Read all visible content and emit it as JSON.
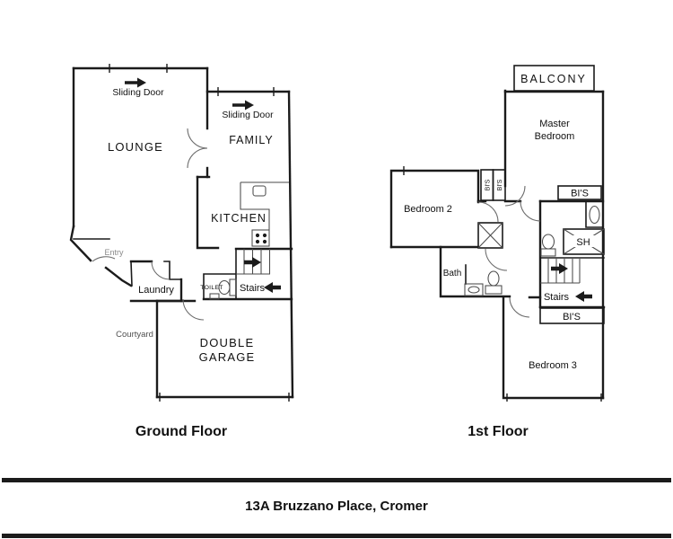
{
  "colors": {
    "wall": "#1b1b1b",
    "line": "#4a4a4a",
    "text": "#111111",
    "muted": "#8a8a8a",
    "faint": "#4f4f4f",
    "bg": "#ffffff"
  },
  "footer": {
    "address": "13A Bruzzano Place, Cromer"
  },
  "ground_floor": {
    "title": "Ground Floor",
    "rooms": {
      "lounge": "LOUNGE",
      "family": "FAMILY",
      "kitchen": "KITCHEN",
      "laundry": "Laundry",
      "toilet": "TOILET",
      "stairs": "Stairs",
      "garage_line1": "DOUBLE",
      "garage_line2": "GARAGE"
    },
    "annotations": {
      "sliding_door_lounge": "Sliding Door",
      "sliding_door_family": "Sliding Door",
      "entry": "Entry",
      "courtyard": "Courtyard"
    }
  },
  "first_floor": {
    "title": "1st Floor",
    "rooms": {
      "balcony": "BALCONY",
      "master_line1": "Master",
      "master_line2": "Bedroom",
      "bedroom2": "Bedroom 2",
      "bedroom3": "Bedroom 3",
      "bath": "Bath",
      "stairs": "Stairs",
      "shower": "SH"
    },
    "closets": {
      "bis_hall_left": "BI'S",
      "bis_hall_right": "BI'S",
      "bis_master": "BI'S",
      "bis_bedroom3": "BI'S"
    }
  }
}
